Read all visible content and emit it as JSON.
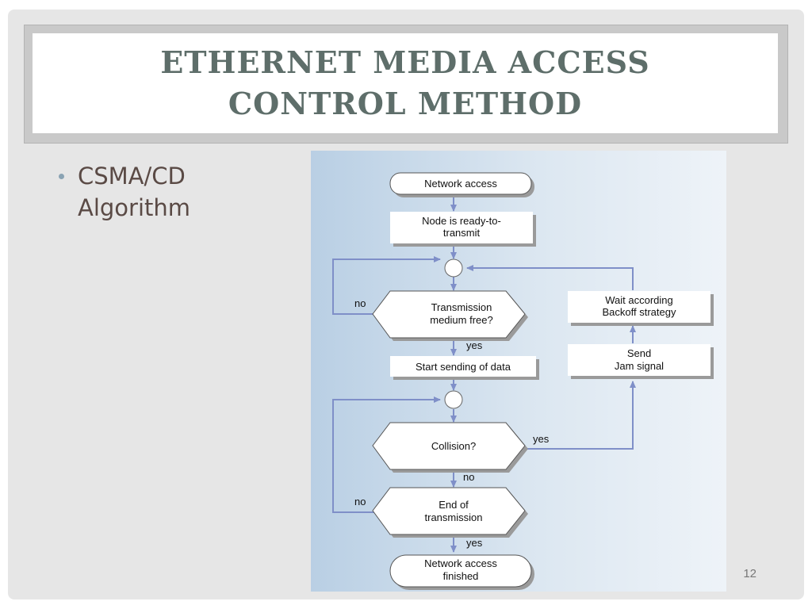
{
  "slide": {
    "title": "ETHERNET   MEDIA ACCESS\nCONTROL METHOD",
    "bullets": [
      "CSMA/CD\nAlgorithm"
    ],
    "page_number": "12"
  },
  "flowchart": {
    "nodes": {
      "network_access": "Network access",
      "node_ready": [
        "Node is ready-to-",
        "transmit"
      ],
      "medium_free": [
        "Transmission",
        "medium free?"
      ],
      "start_sending": "Start sending of data",
      "collision": "Collision?",
      "end_tx": [
        "End of",
        "transmission"
      ],
      "finished": [
        "Network access",
        "finished"
      ],
      "wait_backoff": [
        "Wait according",
        "Backoff strategy"
      ],
      "send_jam": [
        "Send",
        "Jam signal"
      ]
    },
    "labels": {
      "no_medium": "no",
      "yes_medium": "yes",
      "yes_collision": "yes",
      "no_collision": "no",
      "no_end": "no",
      "yes_end": "yes"
    },
    "colors": {
      "arrow": "#7f8fc8",
      "box_fill": "#ffffff",
      "box_shadow": "#9a9a9a"
    }
  }
}
